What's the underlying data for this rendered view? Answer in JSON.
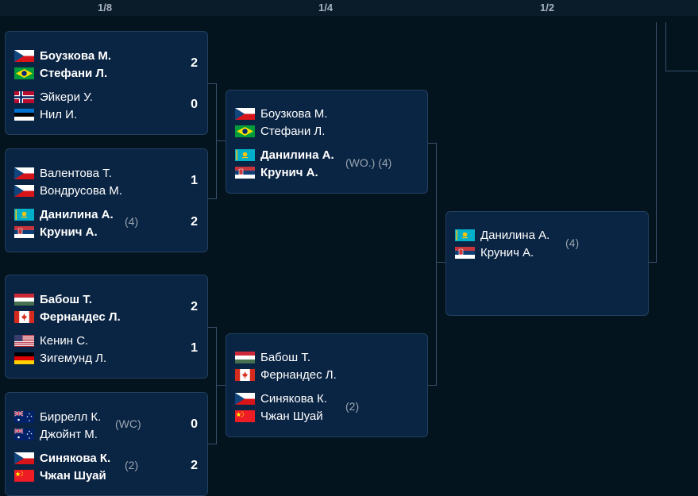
{
  "rounds": [
    "1/8",
    "1/4",
    "1/2"
  ],
  "r16": [
    {
      "p1": [
        {
          "flag": "cz-flag",
          "name": "Боузкова М."
        },
        {
          "flag": "br-flag",
          "name": "Стефани Л."
        }
      ],
      "p2": [
        {
          "flag": "no-flag",
          "name": "Эйкери У."
        },
        {
          "flag": "ee-flag",
          "name": "Нил И."
        }
      ],
      "s1": "2",
      "s2": "0",
      "winner": 1,
      "seed1": "",
      "seed2": ""
    },
    {
      "p1": [
        {
          "flag": "cz-flag",
          "name": "Валентова Т."
        },
        {
          "flag": "cz-flag",
          "name": "Вондрусова М."
        }
      ],
      "p2": [
        {
          "flag": "kz-flag",
          "name": "Данилина А."
        },
        {
          "flag": "rs-flag",
          "name": "Крунич А."
        }
      ],
      "s1": "1",
      "s2": "2",
      "winner": 2,
      "seed1": "",
      "seed2": "(4)"
    },
    {
      "p1": [
        {
          "flag": "hu-flag",
          "name": "Бабош Т."
        },
        {
          "flag": "ca-flag",
          "name": "Фернандес Л."
        }
      ],
      "p2": [
        {
          "flag": "us-flag",
          "name": "Кенин С."
        },
        {
          "flag": "de-flag",
          "name": "Зигемунд Л."
        }
      ],
      "s1": "2",
      "s2": "1",
      "winner": 1,
      "seed1": "",
      "seed2": ""
    },
    {
      "p1": [
        {
          "flag": "au-flag",
          "name": "Биррелл К."
        },
        {
          "flag": "au-flag",
          "name": "Джойнт М."
        }
      ],
      "p2": [
        {
          "flag": "cz-flag",
          "name": "Синякова К."
        },
        {
          "flag": "cn-flag",
          "name": "Чжан Шуай"
        }
      ],
      "s1": "0",
      "s2": "2",
      "winner": 2,
      "seed1": "(WC)",
      "seed2": "(2)"
    }
  ],
  "qf": [
    {
      "p1": [
        {
          "flag": "cz-flag",
          "name": "Боузкова М."
        },
        {
          "flag": "br-flag",
          "name": "Стефани Л."
        }
      ],
      "p2": [
        {
          "flag": "kz-flag",
          "name": "Данилина А."
        },
        {
          "flag": "rs-flag",
          "name": "Крунич А."
        }
      ],
      "winner": 2,
      "seed1": "",
      "seed2": "(WO.) (4)"
    },
    {
      "p1": [
        {
          "flag": "hu-flag",
          "name": "Бабош Т."
        },
        {
          "flag": "ca-flag",
          "name": "Фернандес Л."
        }
      ],
      "p2": [
        {
          "flag": "cz-flag",
          "name": "Синякова К."
        },
        {
          "flag": "cn-flag",
          "name": "Чжан Шуай"
        }
      ],
      "winner": 0,
      "seed1": "",
      "seed2": "(2)"
    }
  ],
  "sf": [
    {
      "p1": [
        {
          "flag": "kz-flag",
          "name": "Данилина А."
        },
        {
          "flag": "rs-flag",
          "name": "Крунич А."
        }
      ],
      "seed1": "(4)"
    }
  ]
}
